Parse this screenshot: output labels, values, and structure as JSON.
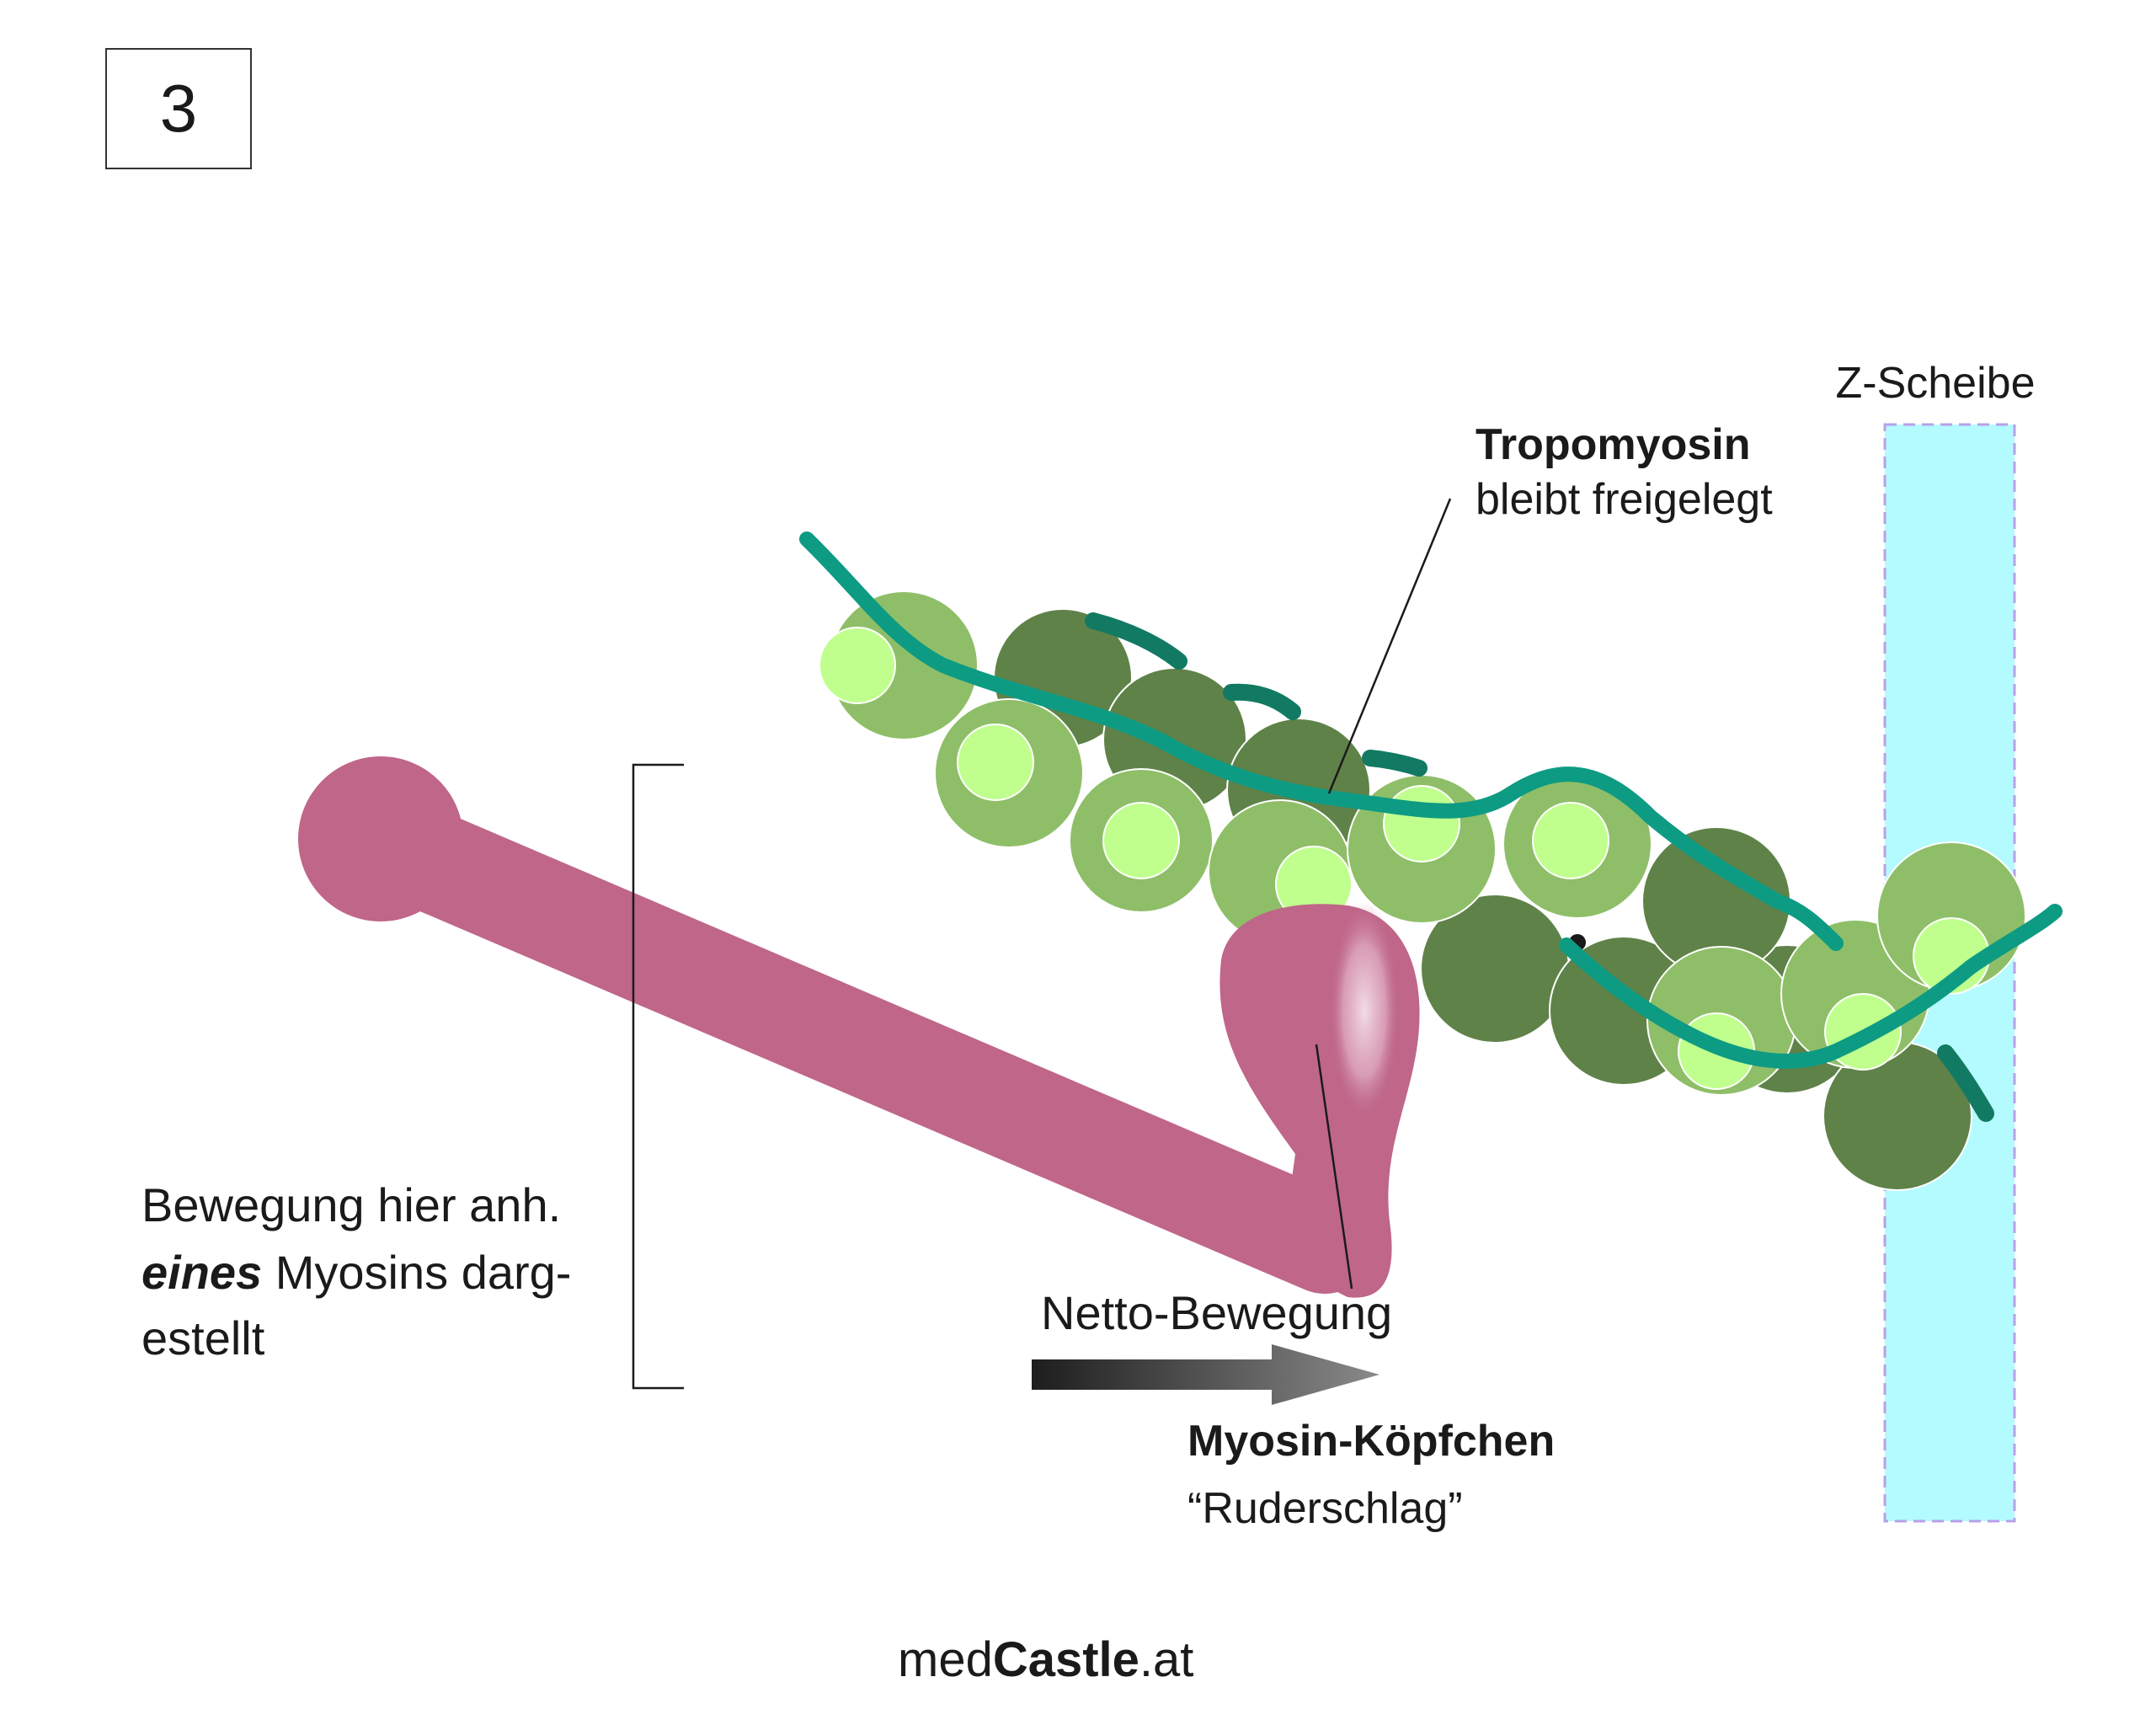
{
  "step_label": "3",
  "labels": {
    "z_disc": "Z-Scheibe",
    "tropomyosin_title": "Tropomyosin",
    "tropomyosin_sub": "bleibt freigelegt",
    "movement_line1": "Bewegung hier anh.",
    "movement_emph": "eines",
    "movement_line2_rest": " Myosins darg-",
    "movement_line3": "estellt",
    "net_movement": "Netto-Bewegung",
    "myosin_head_title": "Myosin-Köpfchen",
    "myosin_head_sub": "“Ruderschlag”",
    "brand_light": "med",
    "brand_bold": "Castle",
    "brand_suffix": ".at"
  },
  "colors": {
    "myosin": "#bf6689",
    "actin_dark": "#5f8248",
    "actin_light": "#8fbe68",
    "actin_core": "#c0ff8e",
    "tropomyosin": "#0d9b83",
    "troponin": "#127a63",
    "z_disc": "#b3fbff",
    "z_disc_border": "#b8a0e8",
    "arrow": "#2b2b2b"
  },
  "icons": {
    "arrow": "right-arrow",
    "myosin": "myosin-filament",
    "actin": "actin-filament"
  }
}
